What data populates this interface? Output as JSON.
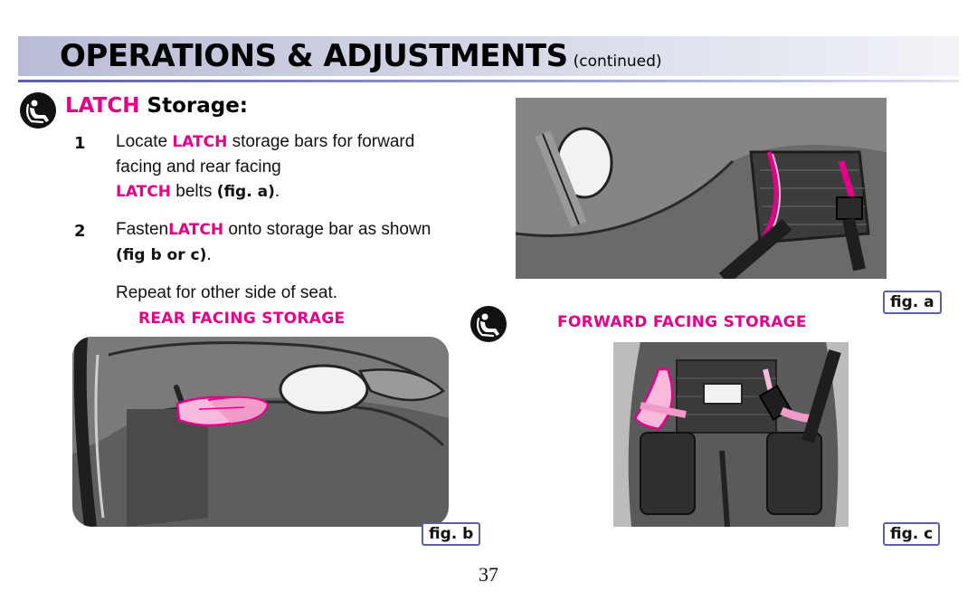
{
  "header": {
    "title": "OPERATIONS & ADJUSTMENTS",
    "continued": "(continued)"
  },
  "section": {
    "icon": "child-seat-icon",
    "title_prefix": "LATCH",
    "title_rest": " Storage:"
  },
  "steps": [
    {
      "number": "1",
      "t1": "Locate ",
      "t2": "LATCH",
      "t3": " storage bars for forward facing and rear facing ",
      "t4": "LATCH",
      "t5": " belts ",
      "t6": "(fig. a)",
      "t7": "."
    },
    {
      "number": "2",
      "t1": "Fasten",
      "t2": "LATCH",
      "t3": " onto storage bar as shown ",
      "t4": "(fig b or c)",
      "t5": "."
    }
  ],
  "repeat_note": "Repeat for other side of seat.",
  "rear_heading": "REAR FACING STORAGE",
  "forward_heading": "FORWARD FACING STORAGE",
  "figures": {
    "a": "fig. a",
    "b": "fig. b",
    "c": "fig. c"
  },
  "page_number": "37",
  "colors": {
    "accent_pink": "#e5008a",
    "header_band": "#b9bcd6",
    "rule_blue": "#5b5fa3",
    "seat_gray": "#4a4a4a"
  }
}
